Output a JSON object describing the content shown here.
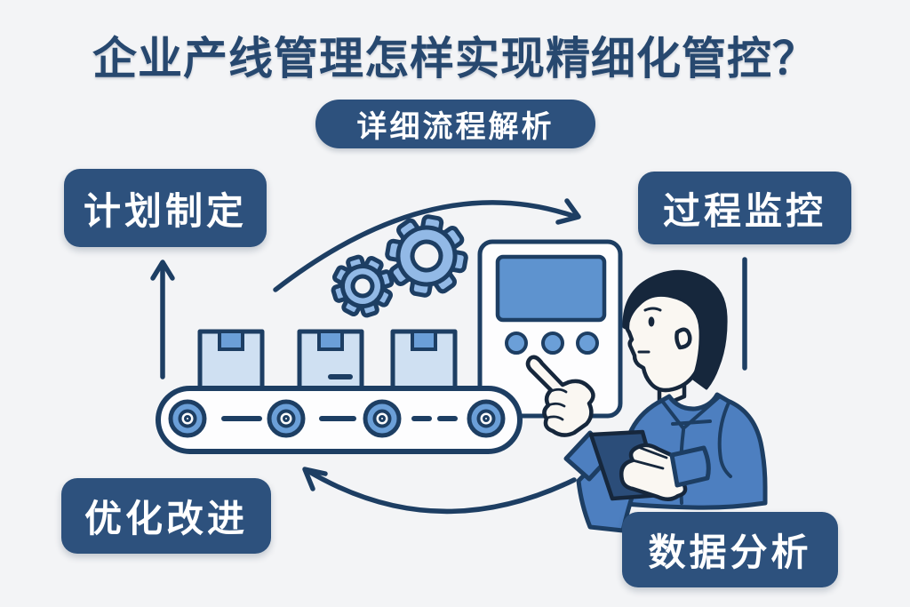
{
  "title": {
    "text": "企业产线管理怎样实现精细化管控？"
  },
  "badge": {
    "text": "详细流程解析"
  },
  "nodes": {
    "plan": {
      "label": "计划制定"
    },
    "monitor": {
      "label": "过程监控"
    },
    "optimize": {
      "label": "优化改进"
    },
    "analysis": {
      "label": "数据分析"
    }
  },
  "illustration": {
    "gears": "two-gear-icons",
    "conveyor": "conveyor-belt-with-three-carton-boxes",
    "panel": "control-panel-with-screen-and-three-buttons",
    "worker": "worker-pointing-at-panel-holding-clipboard",
    "cycle": "circular-process-arrows"
  },
  "colors": {
    "background": "#f3f4f6",
    "title_navy": "#27486f",
    "node_fill": "#2d517d",
    "outline": "#1d3e63",
    "light_blue": "#92b9e6",
    "mid_blue": "#6b9fd8",
    "pale_blue": "#cfe0f2",
    "screen_blue": "#5e93cf",
    "shirt_blue": "#4d7fc0",
    "hair_navy": "#16273c",
    "skin": "#faf7f2",
    "tablet_navy": "#2b4d79",
    "white": "#fdfdfe"
  }
}
